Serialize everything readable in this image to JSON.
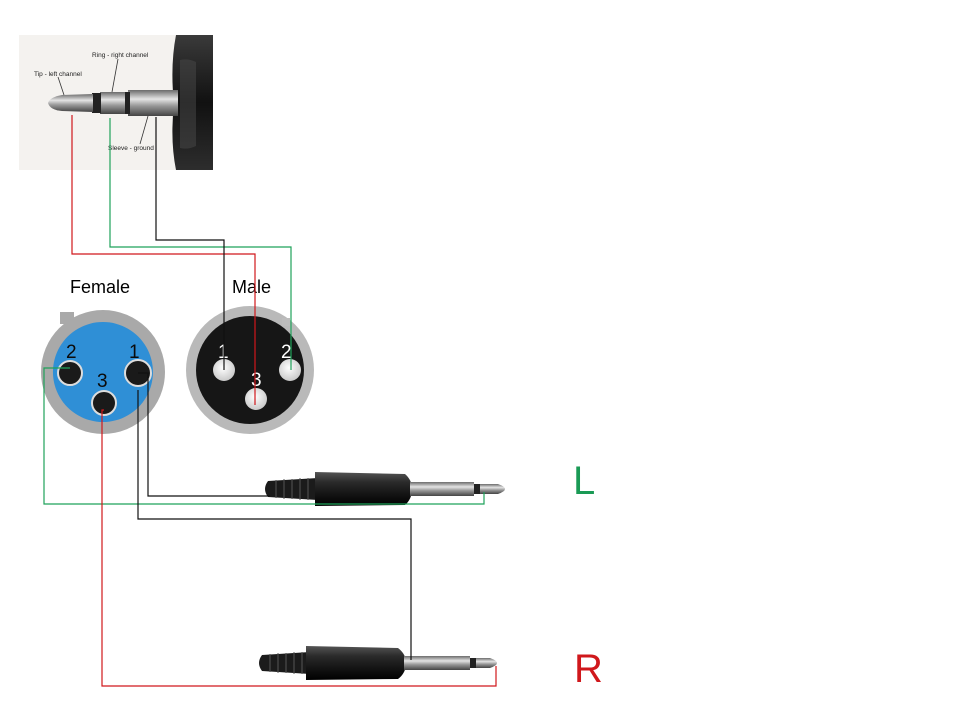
{
  "trs_photo": {
    "tip_label": "Tip - left channel",
    "ring_label": "Ring - right channel",
    "sleeve_label": "Sleeve - ground"
  },
  "xlr_female": {
    "title": "Female",
    "pins": [
      "1",
      "2",
      "3"
    ]
  },
  "xlr_male": {
    "title": "Male",
    "pins": [
      "1",
      "2",
      "3"
    ]
  },
  "channels": {
    "left": {
      "label": "L",
      "color": "#1a9a55"
    },
    "right": {
      "label": "R",
      "color": "#d0181c"
    }
  },
  "wire_colors": {
    "red": "#d0181c",
    "green": "#1fa25a",
    "black": "#111111"
  },
  "connector_colors": {
    "female_face": "#2f8fd6",
    "female_shell": "#a9a9a9",
    "male_face": "#161616",
    "male_shell": "#b9b9b9"
  }
}
